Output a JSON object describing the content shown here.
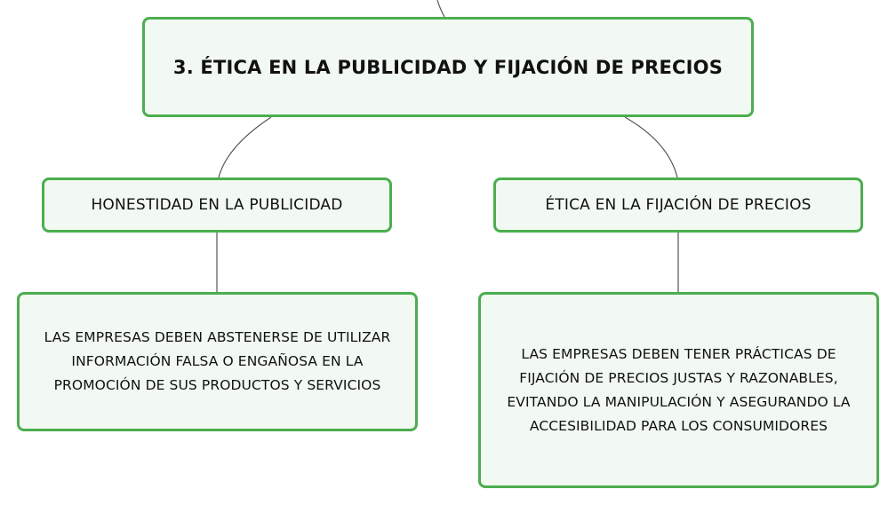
{
  "main_topic": {
    "label": "3. ÉTICA EN LA PUBLICIDAD Y FIJACIÓN DE PRECIOS"
  },
  "branches": [
    {
      "title": "HONESTIDAD EN LA PUBLICIDAD",
      "description": "LAS EMPRESAS DEBEN ABSTENERSE DE UTILIZAR INFORMACIÓN FALSA O ENGAÑOSA EN LA PROMOCIÓN DE SUS PRODUCTOS Y SERVICIOS"
    },
    {
      "title": "ÉTICA EN LA FIJACIÓN DE PRECIOS",
      "description": "LAS EMPRESAS DEBEN TENER PRÁCTICAS DE FIJACIÓN DE PRECIOS JUSTAS Y RAZONABLES, EVITANDO LA MANIPULACIÓN Y ASEGURANDO LA ACCESIBILIDAD PARA LOS CONSUMIDORES"
    }
  ],
  "colors": {
    "node_border": "#4cae4f",
    "node_fill": "#f1f9f2",
    "connector": "#555555",
    "text": "#111111"
  }
}
